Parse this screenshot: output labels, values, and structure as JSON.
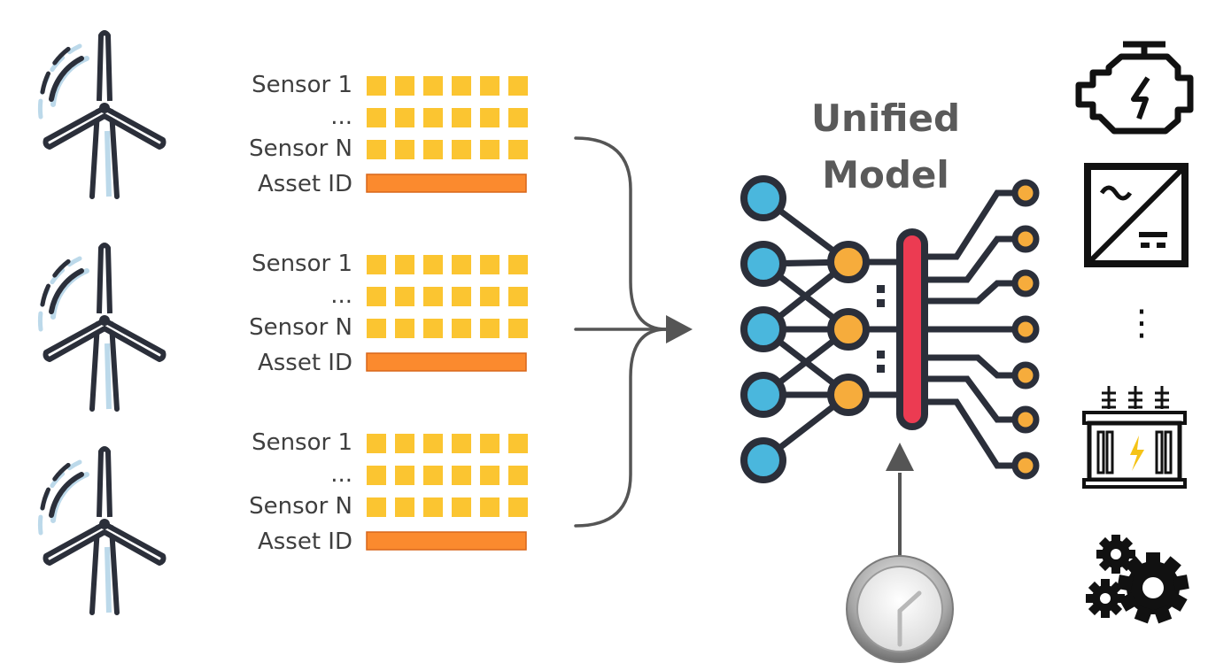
{
  "groups": [
    {
      "labels": [
        "Sensor 1",
        "...",
        "Sensor N",
        "Asset ID"
      ]
    },
    {
      "labels": [
        "Sensor 1",
        "...",
        "Sensor N",
        "Asset ID"
      ]
    },
    {
      "labels": [
        "Sensor 1",
        "...",
        "Sensor N",
        "Asset ID"
      ]
    }
  ],
  "model": {
    "title_line1": "Unified",
    "title_line2": "Model"
  },
  "right_column_ellipsis": "⋮",
  "icons": {
    "turbine": "wind-turbine-icon",
    "network": "neural-network-icon",
    "clock": "clock-icon",
    "engine": "engine-icon",
    "inverter": "inverter-icon",
    "transformer": "transformer-icon",
    "gears": "gears-icon"
  },
  "colors": {
    "sensor_cell": "#fbc531",
    "asset_bar": "#fb8a2e",
    "outline": "#2b2f3a",
    "node_blue": "#4ab7dd",
    "node_orange": "#f6ac3c",
    "bus_red": "#ec3b52",
    "arrow": "#555555"
  }
}
